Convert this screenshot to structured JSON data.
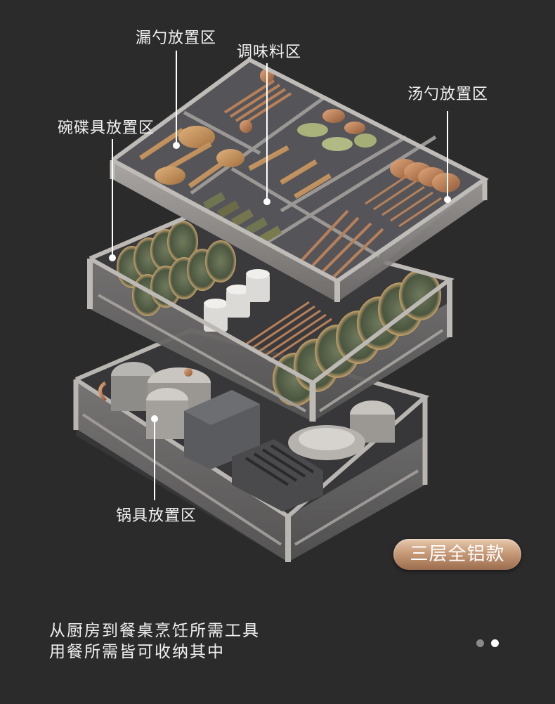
{
  "labels": {
    "ladle_zone": "漏勺放置区",
    "seasoning_zone": "调味料区",
    "soup_spoon_zone": "汤勺放置区",
    "dish_zone": "碗碟具放置区",
    "pot_zone": "锅具放置区"
  },
  "badge": "三层全铝款",
  "caption": {
    "line1": "从厨房到餐桌烹饪所需工具",
    "line2": "用餐所需皆可收纳其中"
  },
  "carousel": {
    "count": 2,
    "active_index": 1
  },
  "colors": {
    "background": "#2b2b2b",
    "frame": "#8d8a88",
    "copper": "#c8875a",
    "dish_green": "#5f6b4f",
    "badge_gold": "#c79a78"
  }
}
